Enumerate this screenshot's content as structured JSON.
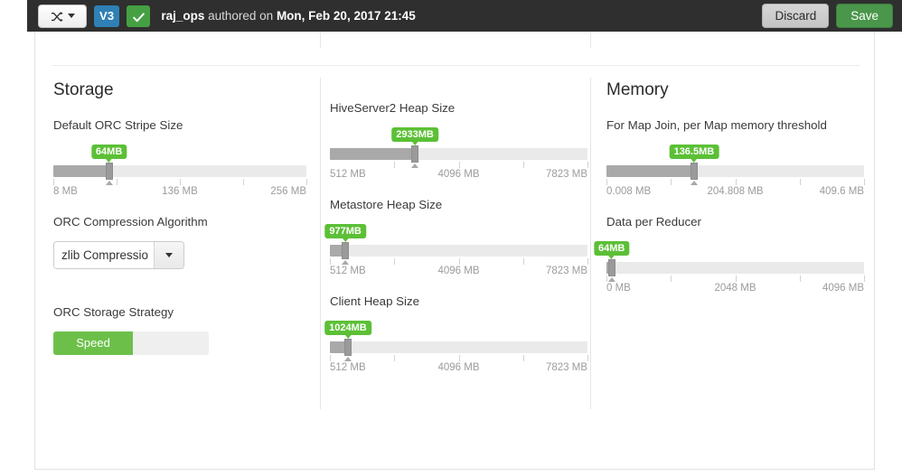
{
  "toolbar": {
    "shuffle_icon": "shuffle-icon",
    "version_badge": "V3",
    "check_icon": "check-icon",
    "author": "raj_ops",
    "authored_text": "authored on",
    "timestamp": "Mon, Feb 20, 2017 21:45",
    "discard_label": "Discard",
    "save_label": "Save",
    "save_color": "#4a964a",
    "version_color": "#2f80b5",
    "check_color": "#44a043"
  },
  "columns": [
    {
      "title": "Storage",
      "fields": [
        {
          "kind": "slider",
          "label": "Default ORC Stripe Size",
          "value_label": "64MB",
          "value_pct": 22,
          "min_label": "8 MB",
          "mid_label": "136 MB",
          "max_label": "256 MB",
          "ticks": [
            0,
            25,
            50,
            75,
            100
          ]
        },
        {
          "kind": "dropdown",
          "label": "ORC Compression Algorithm",
          "value": "zlib Compressio"
        },
        {
          "kind": "toggle",
          "label": "ORC Storage Strategy",
          "on_label": "Speed",
          "on_color": "#6cc04a"
        }
      ]
    },
    {
      "title": "",
      "fields": [
        {
          "kind": "slider",
          "label": "HiveServer2 Heap Size",
          "value_label": "2933MB",
          "value_pct": 33,
          "min_label": "512 MB",
          "mid_label": "4096 MB",
          "max_label": "7823 MB",
          "ticks": [
            25,
            50,
            75,
            100
          ]
        },
        {
          "kind": "slider",
          "label": "Metastore Heap Size",
          "value_label": "977MB",
          "value_pct": 6,
          "min_label": "512 MB",
          "mid_label": "4096 MB",
          "max_label": "7823 MB",
          "ticks": [
            0,
            25,
            50,
            75,
            100
          ]
        },
        {
          "kind": "slider",
          "label": "Client Heap Size",
          "value_label": "1024MB",
          "value_pct": 7,
          "min_label": "512 MB",
          "mid_label": "4096 MB",
          "max_label": "7823 MB",
          "ticks": [
            0,
            25,
            50,
            75,
            100
          ]
        }
      ]
    },
    {
      "title": "Memory",
      "fields": [
        {
          "kind": "slider",
          "label": "For Map Join, per Map memory threshold",
          "value_label": "136.5MB",
          "value_pct": 34,
          "min_label": "0.008 MB",
          "mid_label": "204.808 MB",
          "max_label": "409.6 MB",
          "ticks": [
            0,
            25,
            50,
            75,
            100
          ]
        },
        {
          "kind": "slider",
          "label": "Data per Reducer",
          "value_label": "64MB",
          "value_pct": 2,
          "min_label": "0 MB",
          "mid_label": "2048 MB",
          "max_label": "4096 MB",
          "ticks": [
            0,
            25,
            50,
            75,
            100
          ]
        }
      ]
    }
  ]
}
